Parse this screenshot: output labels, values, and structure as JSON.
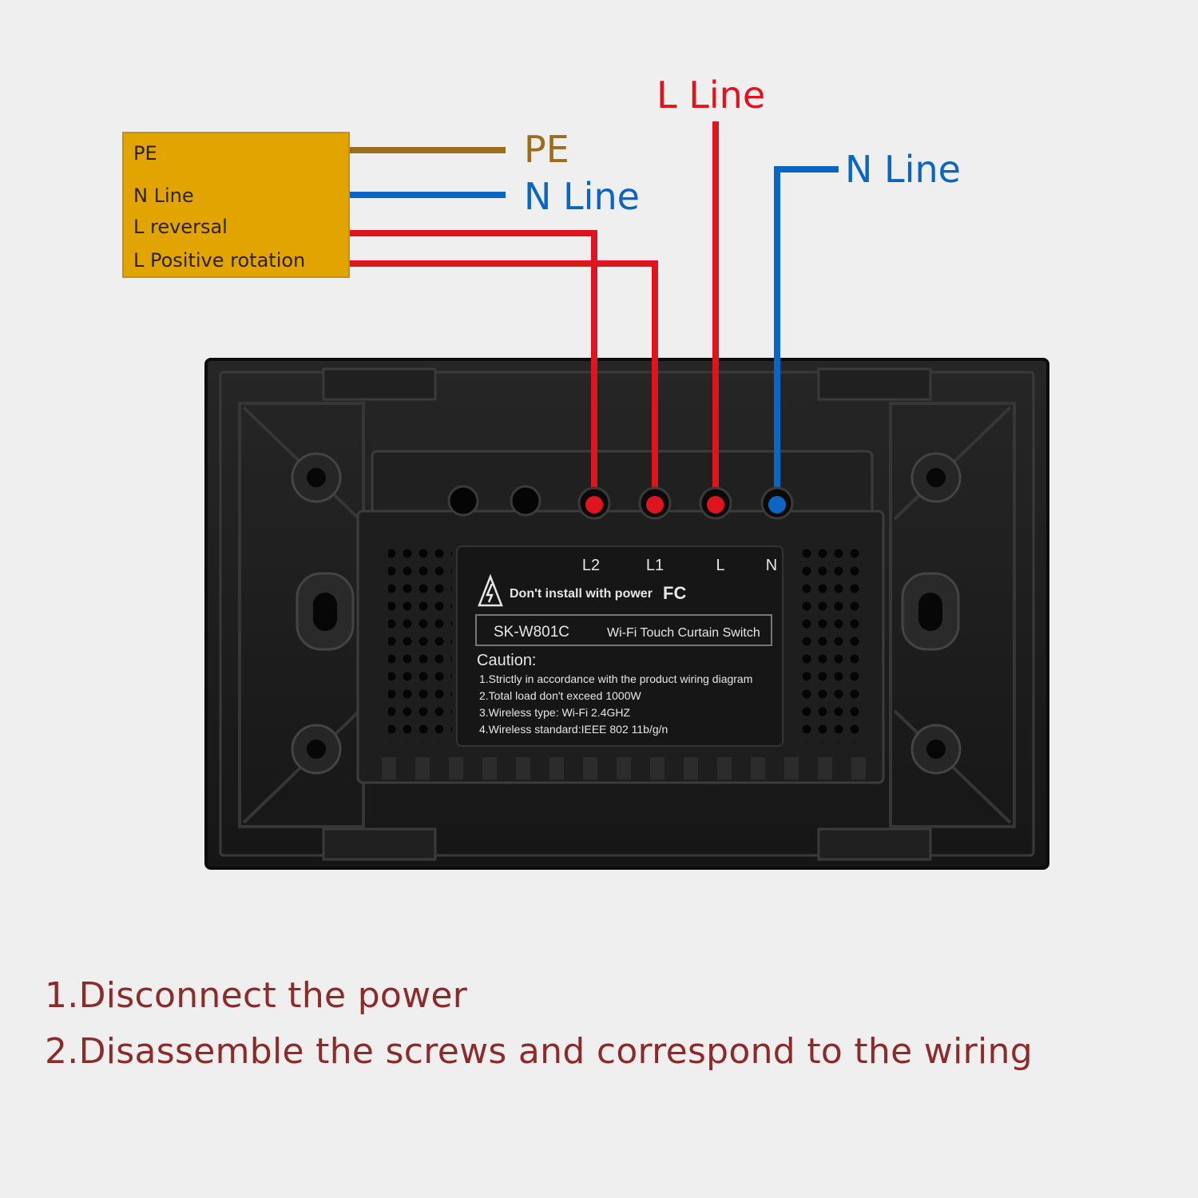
{
  "motor_box": {
    "labels": [
      "PE",
      "N Line",
      "L reversal",
      "L Positive rotation"
    ]
  },
  "wire_labels": {
    "pe": "PE",
    "n_left": "N Line",
    "l_top": "L Line",
    "n_right": "N Line"
  },
  "terminals": [
    "L2",
    "L1",
    "L",
    "N"
  ],
  "device_label": {
    "warning": "Don't install with power",
    "cert": "FC",
    "model": "SK-W801C",
    "product": "Wi-Fi Touch Curtain Switch",
    "caution_title": "Caution:",
    "caution_lines": [
      "1.Strictly in accordance with the product wiring diagram",
      "2.Total load don't exceed 1000W",
      "3.Wireless type: Wi-Fi 2.4GHZ",
      "4.Wireless standard:IEEE 802 11b/g/n"
    ]
  },
  "instructions": [
    "1.Disconnect the power",
    "2.Disassemble the screws and correspond to the wiring"
  ],
  "colors": {
    "background": "#efefef",
    "motor_box": "#e2a400",
    "pe_wire": "#9b6d1c",
    "n_wire": "#0a66c2",
    "l_wire": "#e0141e",
    "plate": "#1c1c1c",
    "instruction_text": "#8c2b2b"
  }
}
